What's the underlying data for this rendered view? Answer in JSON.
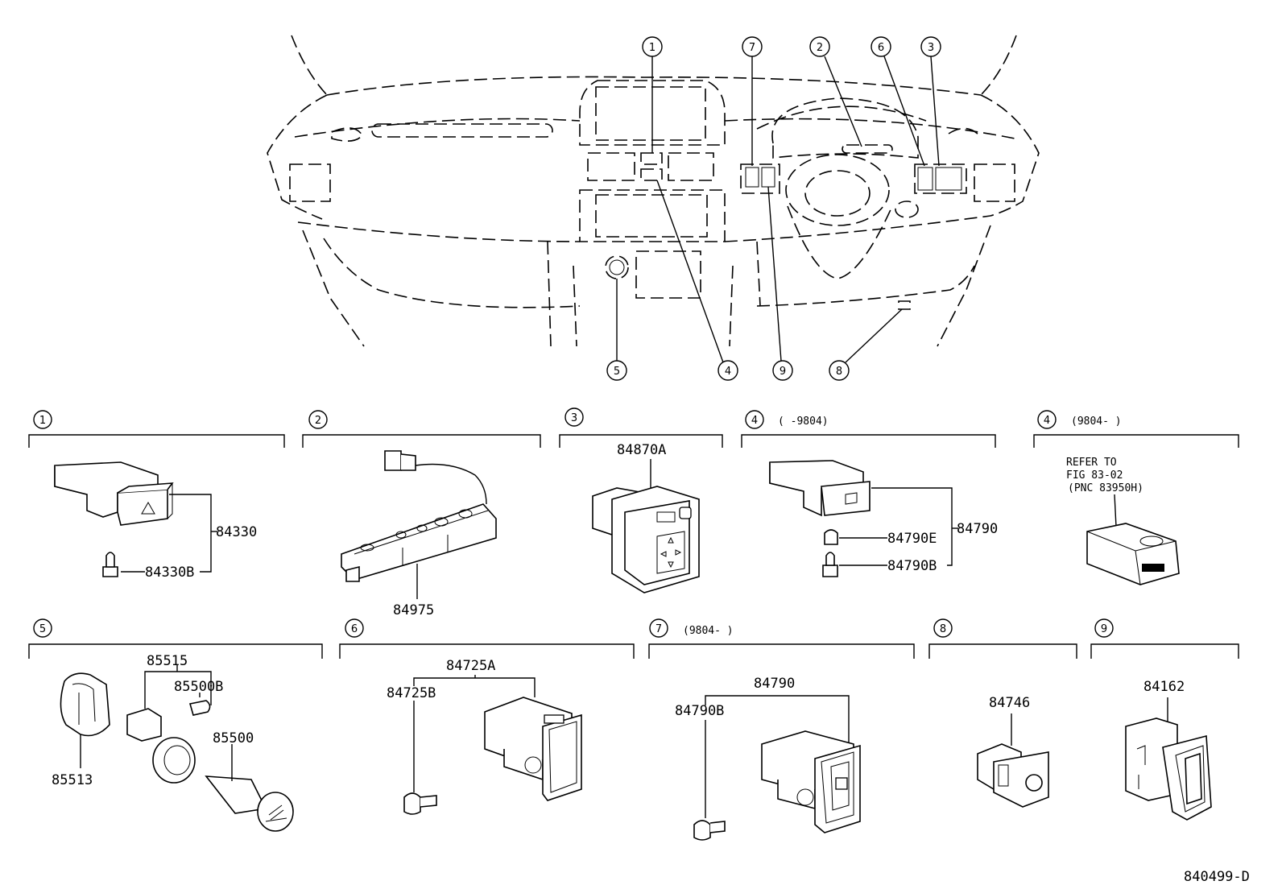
{
  "diagram_id": "840499-D",
  "callouts_top": [
    "1",
    "7",
    "2",
    "6",
    "3",
    "5",
    "4",
    "9",
    "8"
  ],
  "sections": [
    {
      "num": "1",
      "note": "",
      "parts": [
        "84330",
        "84330B"
      ]
    },
    {
      "num": "2",
      "note": "",
      "parts": [
        "84975"
      ]
    },
    {
      "num": "3",
      "note": "",
      "parts": [
        "84870A"
      ]
    },
    {
      "num": "4",
      "note": "(      -9804)",
      "parts": [
        "84790",
        "84790E",
        "84790B"
      ]
    },
    {
      "num": "4",
      "note": "(9804-      )",
      "parts": [],
      "refer": [
        "REFER TO",
        "FIG 83-02",
        "(PNC 83950H)"
      ]
    },
    {
      "num": "5",
      "note": "",
      "parts": [
        "85515",
        "85500B",
        "85500",
        "85513"
      ]
    },
    {
      "num": "6",
      "note": "",
      "parts": [
        "84725A",
        "84725B"
      ]
    },
    {
      "num": "7",
      "note": "(9804-      )",
      "parts": [
        "84790",
        "84790B"
      ]
    },
    {
      "num": "8",
      "note": "",
      "parts": [
        "84746"
      ]
    },
    {
      "num": "9",
      "note": "",
      "parts": [
        "84162"
      ]
    }
  ],
  "icons": [
    "hazard-triangle-icon",
    "mirror-arrows-icon",
    "rear-defogger-icon",
    "seat-heater-icon",
    "cigarette-lighter-icon"
  ]
}
